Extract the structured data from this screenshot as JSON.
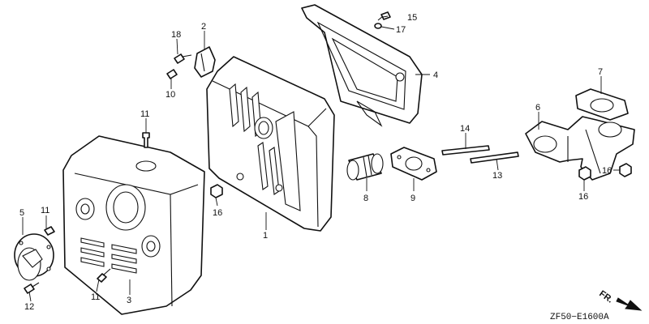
{
  "callouts": [
    "1",
    "2",
    "3",
    "4",
    "5",
    "6",
    "7",
    "8",
    "9",
    "10",
    "11",
    "12",
    "13",
    "14",
    "15",
    "16",
    "17",
    "18"
  ],
  "labels": {
    "l1": "1",
    "l2": "2",
    "l3": "3",
    "l4": "4",
    "l5": "5",
    "l6": "6",
    "l7": "7",
    "l8": "8",
    "l9": "9",
    "l10": "10",
    "l11a": "11",
    "l11b": "11",
    "l11c": "11",
    "l12": "12",
    "l13": "13",
    "l14": "14",
    "l15": "15",
    "l16a": "16",
    "l16b": "16",
    "l16c": "16",
    "l17": "17",
    "l18": "18"
  },
  "direction_marker": "FR.",
  "drawing_code": "ZF50−E1600A"
}
